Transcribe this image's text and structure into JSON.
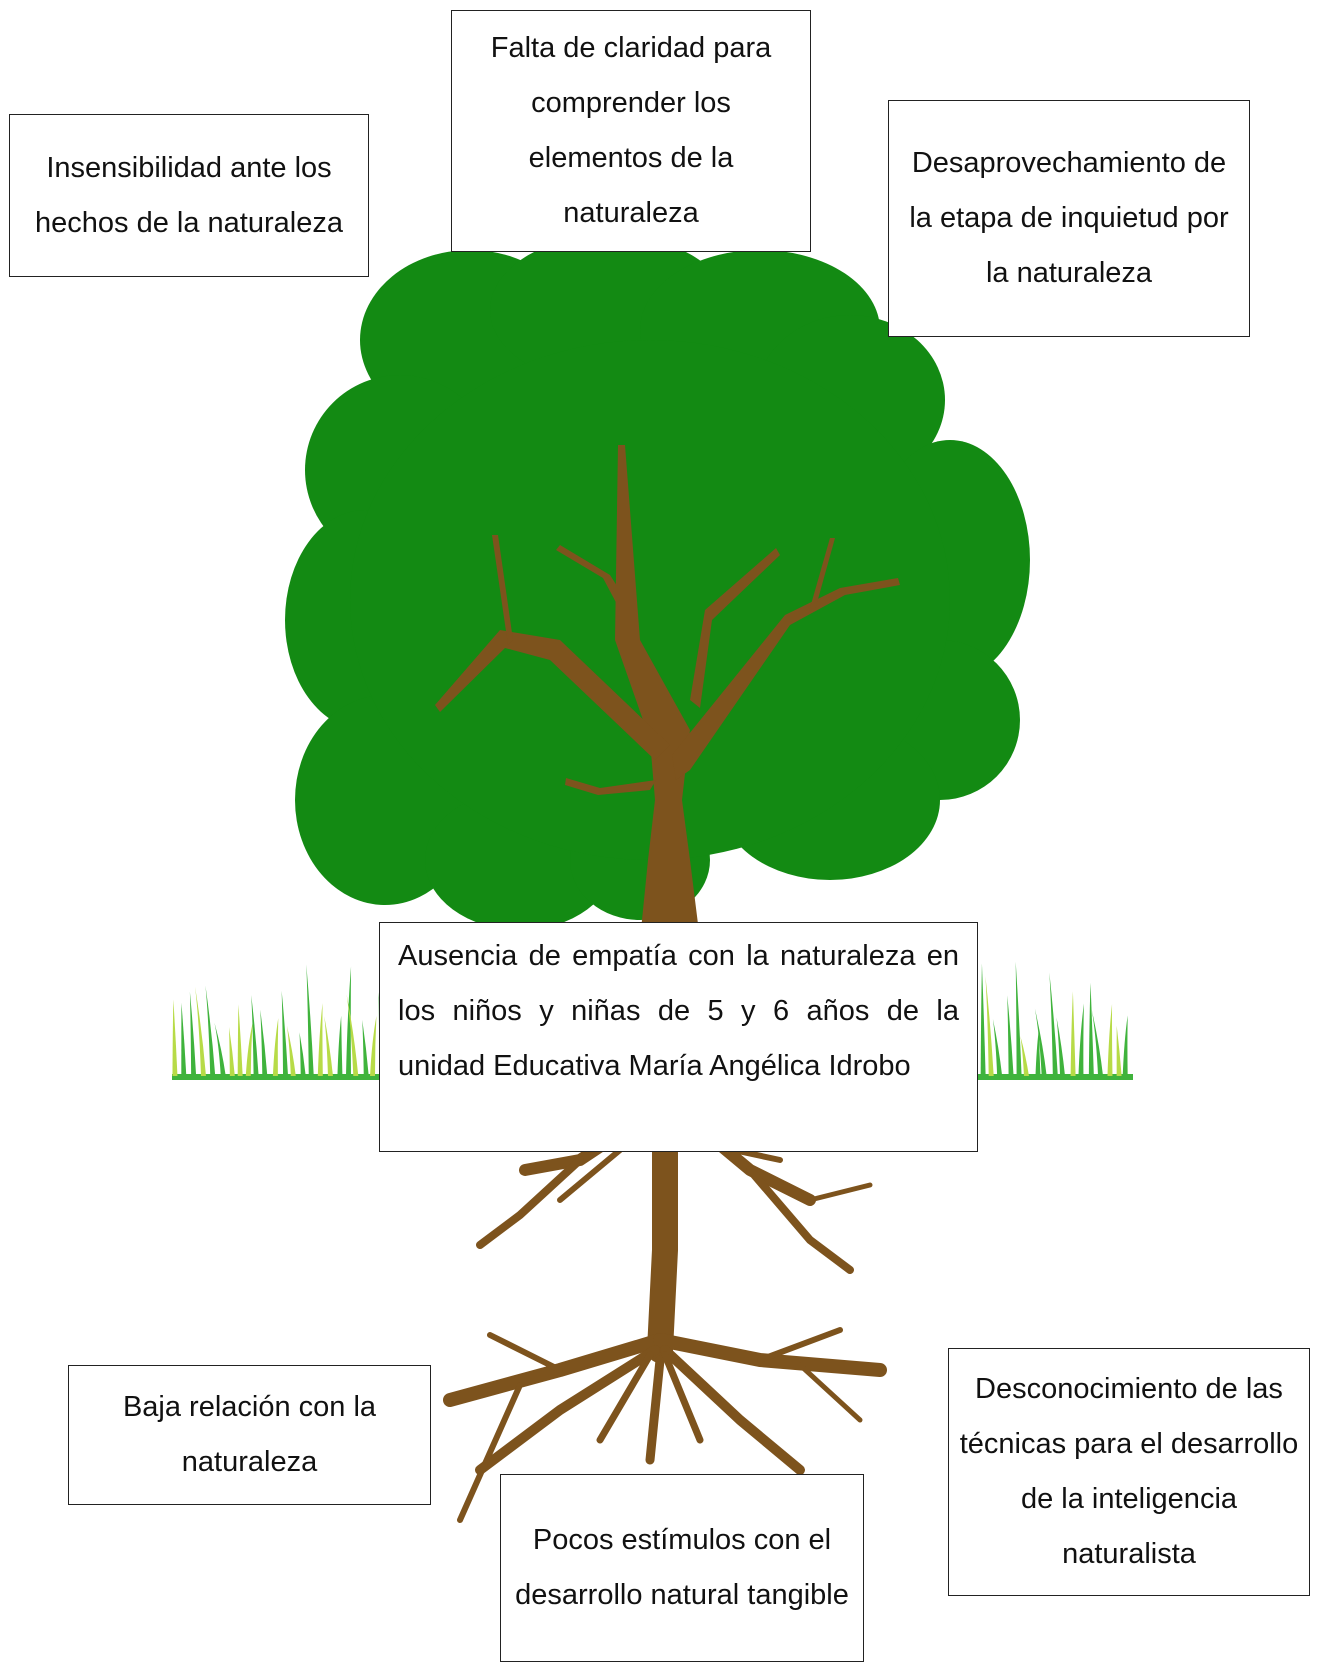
{
  "diagram": {
    "colors": {
      "foliage": "#138a13",
      "trunk": "#7d531d",
      "grass_dark": "#3fb33c",
      "grass_light": "#b7db47",
      "border": "#222222"
    },
    "central_problem": "Ausencia de empatía con la naturaleza en los niños y niñas  de 5 y 6 años de la unidad Educativa María Angélica Idrobo",
    "effects": [
      "Insensibilidad ante los hechos de la naturaleza",
      "Falta de claridad para comprender los elementos de la naturaleza",
      "Desaprovechamiento de la etapa de inquietud por la naturaleza"
    ],
    "causes": [
      "Baja relación con la naturaleza",
      "Pocos estímulos con el desarrollo natural tangible",
      "Desconocimiento de las técnicas para el desarrollo de la inteligencia naturalista"
    ]
  }
}
